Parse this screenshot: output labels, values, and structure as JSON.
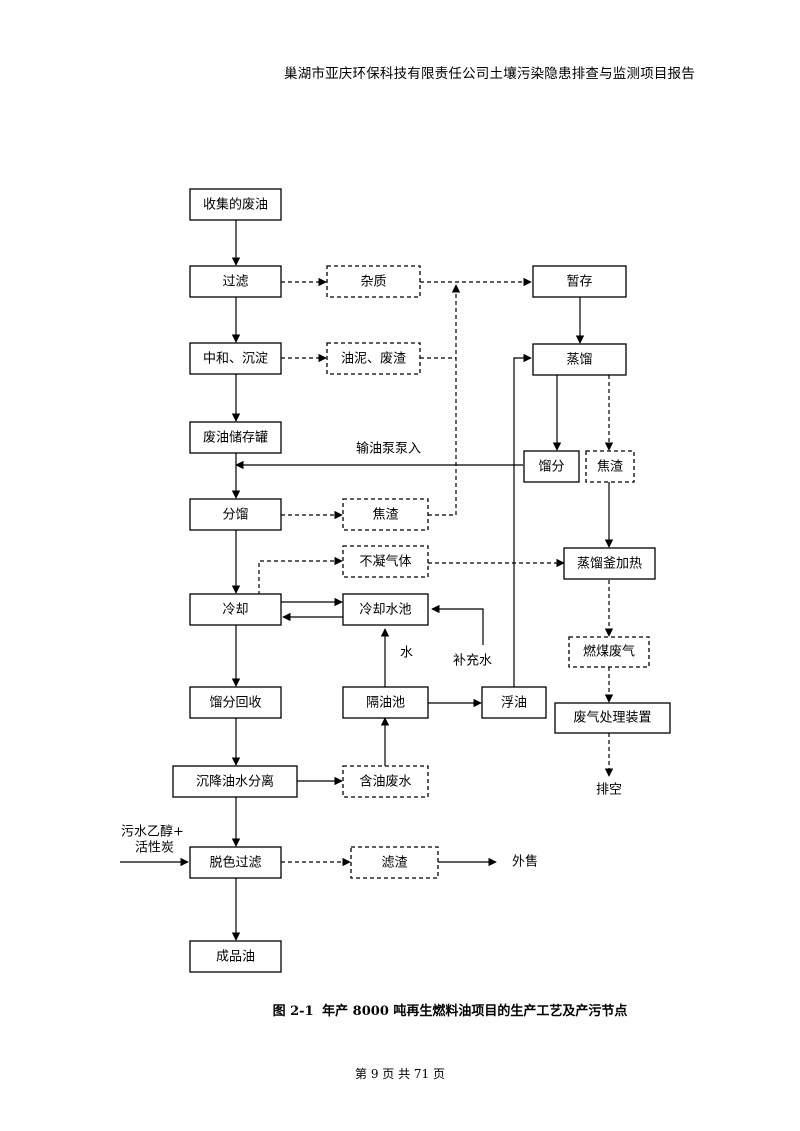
{
  "header": {
    "text": "巢湖市亚庆环保科技有限责任公司土壤污染隐患排查与监测项目报告"
  },
  "diagram": {
    "nodes": {
      "collect": "收集的废油",
      "filter": "过滤",
      "impurity": "杂质",
      "temp_store": "暂存",
      "neutralize": "中和、沉淀",
      "sludge": "油泥、废渣",
      "distill": "蒸馏",
      "tank": "废油储存罐",
      "fraction_r": "馏分",
      "coke_r": "焦渣",
      "fractionate": "分馏",
      "coke_l": "焦渣",
      "noncond": "不凝气体",
      "still_heat": "蒸馏釜加热",
      "cooling": "冷却",
      "cool_pool": "冷却水池",
      "coal_gas": "燃煤废气",
      "recover": "馏分回收",
      "separator": "隔油池",
      "float_oil": "浮油",
      "gas_treat": "废气处理装置",
      "settle": "沉降油水分离",
      "oily_water": "含油废水",
      "decolor": "脱色过滤",
      "residue": "滤渣",
      "product": "成品油"
    },
    "labels": {
      "pump": "输油泵泵入",
      "water": "水",
      "makeup": "补充水",
      "sell": "外售",
      "vent": "排空",
      "inputs_line1": "污水乙醇+",
      "inputs_line2": "活性炭"
    }
  },
  "caption": {
    "label": "图 2-1",
    "text": "年产 8000 吨再生燃料油项目的生产工艺及产污节点"
  },
  "footer": {
    "text": "第 9 页 共 71 页"
  }
}
